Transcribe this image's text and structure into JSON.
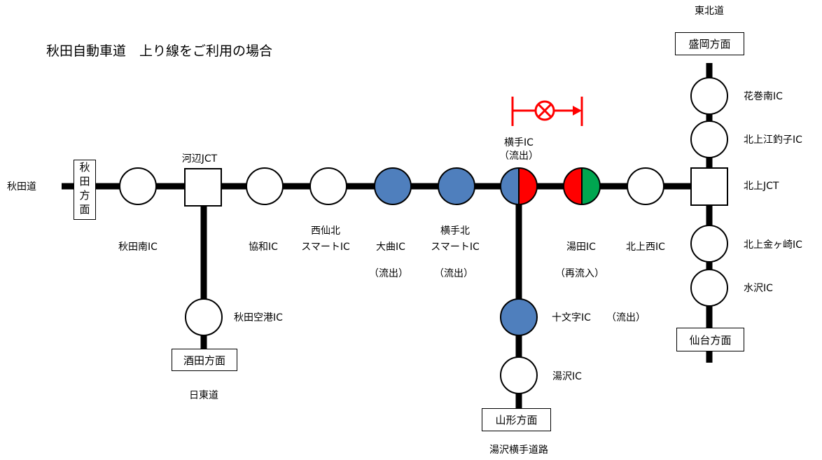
{
  "title": "秋田自動車道　上り線をご利用の場合",
  "colors": {
    "line": "#000000",
    "exit_node": "#4f7fbd",
    "closed": "#ff0000",
    "reentry": "#00a650"
  },
  "routes": {
    "akita_do": "秋田道",
    "tohoku_do": "東北道",
    "nitto_do": "日東道",
    "yuzawa_yokote": "湯沢横手道路"
  },
  "directions": {
    "akita": [
      "秋",
      "田",
      "方",
      "面"
    ],
    "morioka": "盛岡方面",
    "sakata": "酒田方面",
    "yamagata": "山形方面",
    "sendai": "仙台方面"
  },
  "nodes": {
    "akita_minami": "秋田南IC",
    "kawabe_jct": "河辺JCT",
    "akita_kuko": "秋田空港IC",
    "kyowa": "協和IC",
    "nishisenboku_l1": "西仙北",
    "nishisenboku_l2": "スマートIC",
    "omagari": "大曲IC",
    "omagari_note": "（流出）",
    "yokotekita_l1": "横手北",
    "yokotekita_l2": "スマートIC",
    "yokotekita_note": "（流出）",
    "yokote": "横手IC",
    "yokote_note": "（流出）",
    "yuda": "湯田IC",
    "yuda_note": "（再流入）",
    "kitakaminishi": "北上西IC",
    "kitakami_jct": "北上JCT",
    "hanamakiminami": "花巻南IC",
    "kitakami_ezuriko": "北上江釣子IC",
    "kitakami_kanegasaki": "北上金ヶ崎IC",
    "mizusawa": "水沢IC",
    "jumonji": "十文字IC",
    "jumonji_note": "（流出）",
    "yuzawa": "湯沢IC"
  },
  "closure": {
    "symbol": "closed-section",
    "from": "横手IC",
    "to": "湯田IC"
  }
}
